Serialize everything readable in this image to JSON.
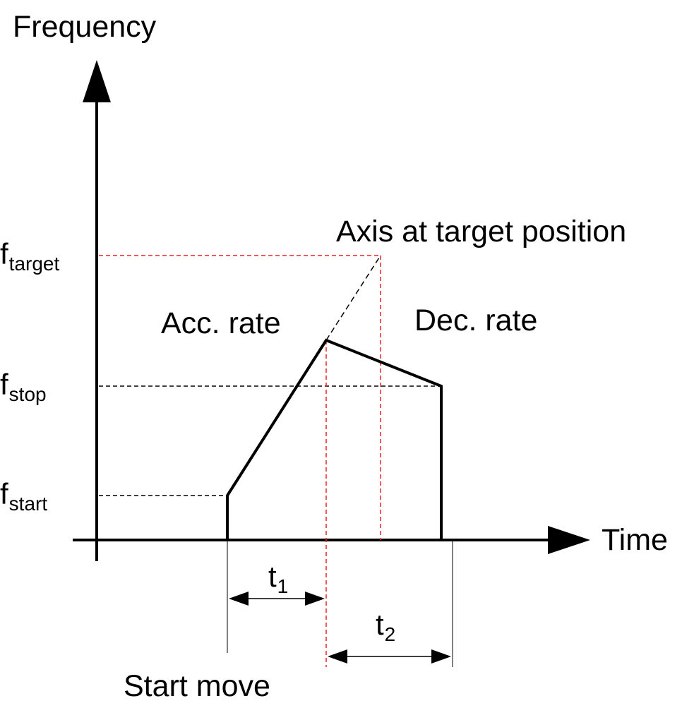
{
  "labels": {
    "y_axis": "Frequency",
    "x_axis": "Time",
    "axis_at_target": "Axis at target position",
    "acc_rate": "Acc. rate",
    "dec_rate": "Dec. rate",
    "start_move": "Start move"
  },
  "levels": {
    "target": {
      "base": "f",
      "sub": "target"
    },
    "stop": {
      "base": "f",
      "sub": "stop"
    },
    "start": {
      "base": "f",
      "sub": "start"
    }
  },
  "intervals": {
    "t1": {
      "base": "t",
      "sub": "1"
    },
    "t2": {
      "base": "t",
      "sub": "2"
    }
  },
  "colors": {
    "line": "#000000",
    "guide_black": "#000000",
    "guide_red": "#e8232a"
  }
}
